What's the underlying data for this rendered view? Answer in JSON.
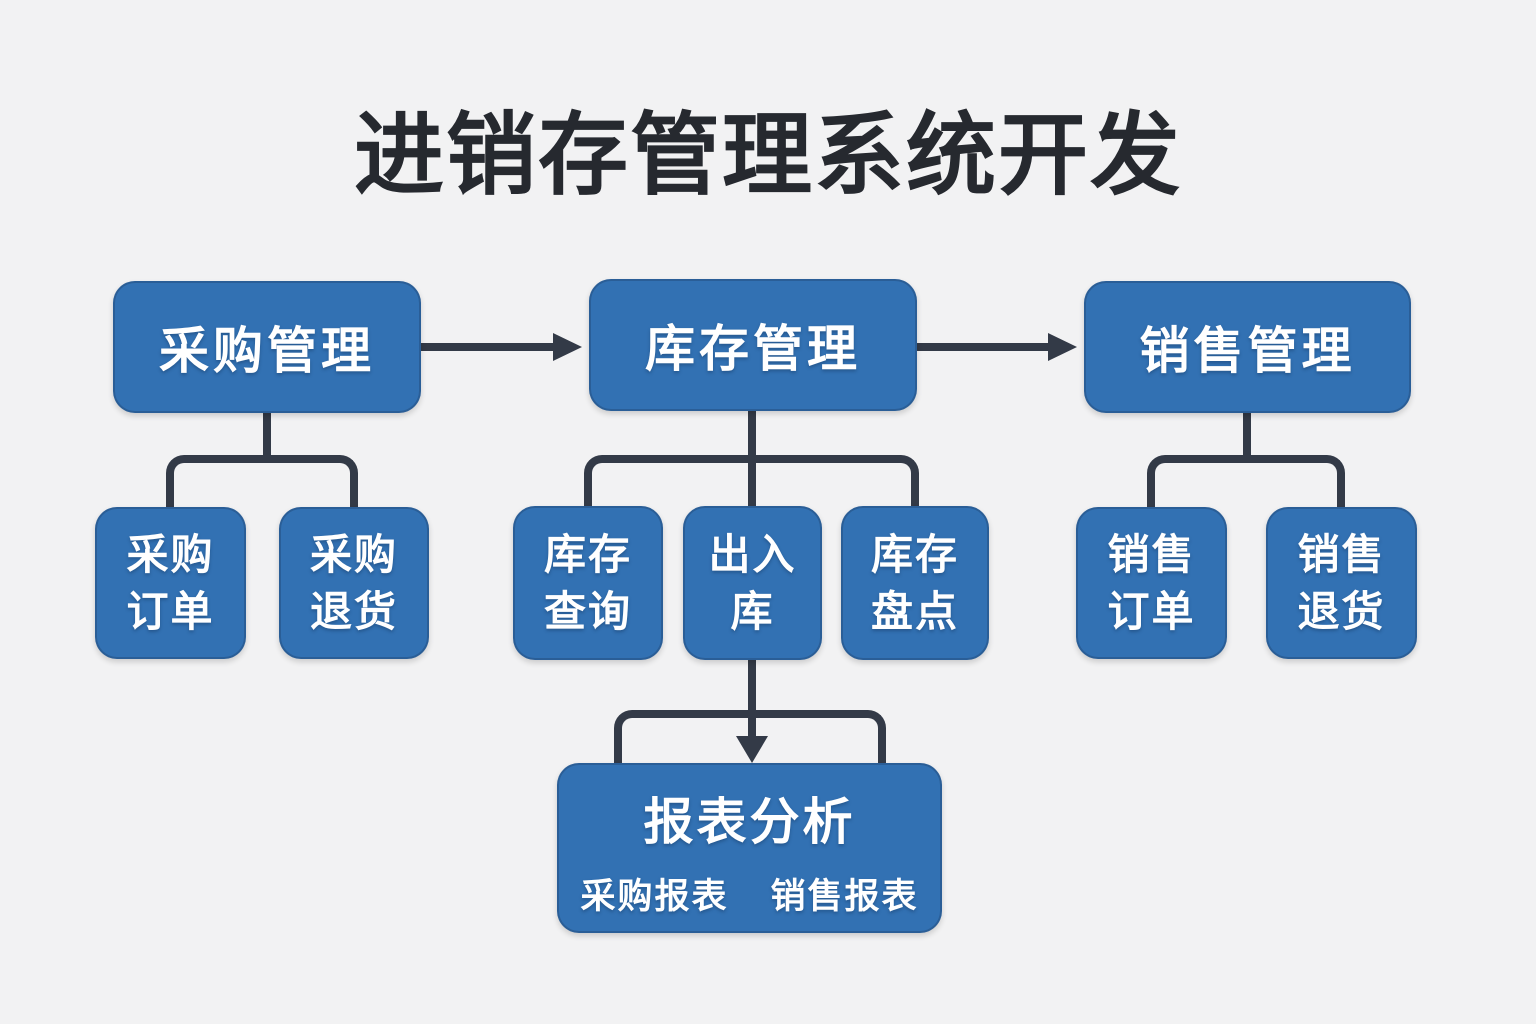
{
  "title": "进销存管理系统开发",
  "level1": [
    {
      "label": "采购管理"
    },
    {
      "label": "库存管理"
    },
    {
      "label": "销售管理"
    }
  ],
  "level2": [
    {
      "label": "采购\n订单"
    },
    {
      "label": "采购\n退货"
    },
    {
      "label": "库存\n查询"
    },
    {
      "label": "出入\n库"
    },
    {
      "label": "库存\n盘点"
    },
    {
      "label": "销售\n订单"
    },
    {
      "label": "销售\n退货"
    }
  ],
  "report": {
    "title": "报表分析",
    "items": [
      "采购报表",
      "销售报表"
    ]
  },
  "colors": {
    "background": "#f2f2f3",
    "node_fill": "#3271b3",
    "node_text": "#ffffff",
    "connector": "#333a47",
    "title_text": "#26292f"
  }
}
